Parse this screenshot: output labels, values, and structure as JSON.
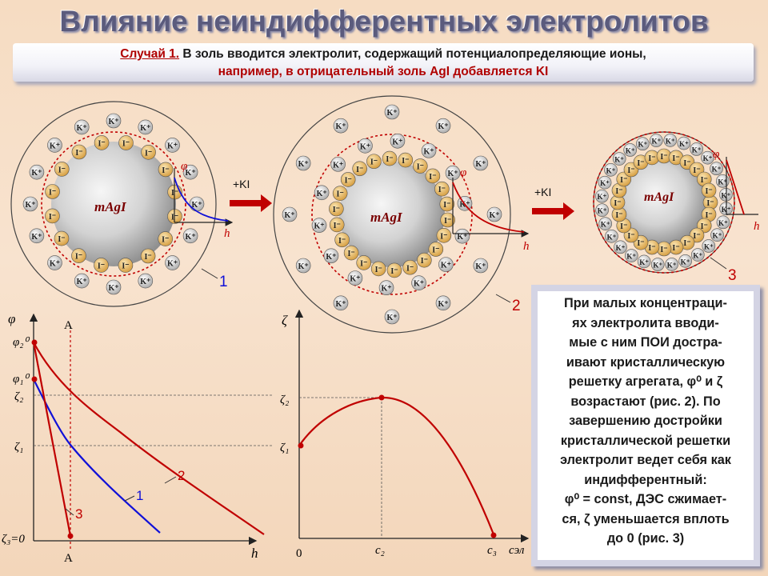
{
  "title": "Влияние неиндифферентных электролитов",
  "banner": {
    "case_label": "Случай 1.",
    "text_line1": "В золь вводится электролит, содержащий потенциалопределяющие ионы,",
    "text_line2": "например, в отрицательный золь AgI добавляется KI"
  },
  "micelles": {
    "core_label": "mAgI",
    "anion_label": "I⁻",
    "cation_label": "K⁺",
    "phi_label": "φ",
    "h_label": "h",
    "arrow_label": "+KI",
    "num1": "1",
    "num2": "2",
    "num3": "3"
  },
  "left_graph": {
    "y_axis": "φ",
    "phi2": "φ₂⁰",
    "phi1": "φ₁⁰",
    "zeta2": "ζ₂",
    "zeta1": "ζ₁",
    "zeta3": "ζ₃=0",
    "a_top": "A",
    "a_bottom": "A",
    "x_axis": "h",
    "curve1": "1",
    "curve2": "2",
    "curve3": "3"
  },
  "right_graph": {
    "y_axis": "ζ",
    "zeta2": "ζ₂",
    "zeta1": "ζ₁",
    "origin": "0",
    "c2": "c₂",
    "c3": "c₃",
    "x_axis": "cэл"
  },
  "colors": {
    "red": "#c00000",
    "blue": "#1010d8",
    "ion_fill": "#e8b55c",
    "cation_fill": "#c9c9c9"
  },
  "textbox": {
    "lines": [
      "При малых концентраци-",
      "ях электролита вводи-",
      "мые с ним ПОИ достра-",
      "ивают кристаллическую",
      "решетку агрегата, φ⁰ и ζ",
      "возрастают (рис. 2). По",
      "завершению достройки",
      "кристаллической решетки",
      "электролит ведет себя как",
      "индифферентный:",
      "φ⁰ = const, ДЭС сжимает-",
      "ся, ζ уменьшается вплоть",
      "до 0 (рис. 3)"
    ]
  }
}
